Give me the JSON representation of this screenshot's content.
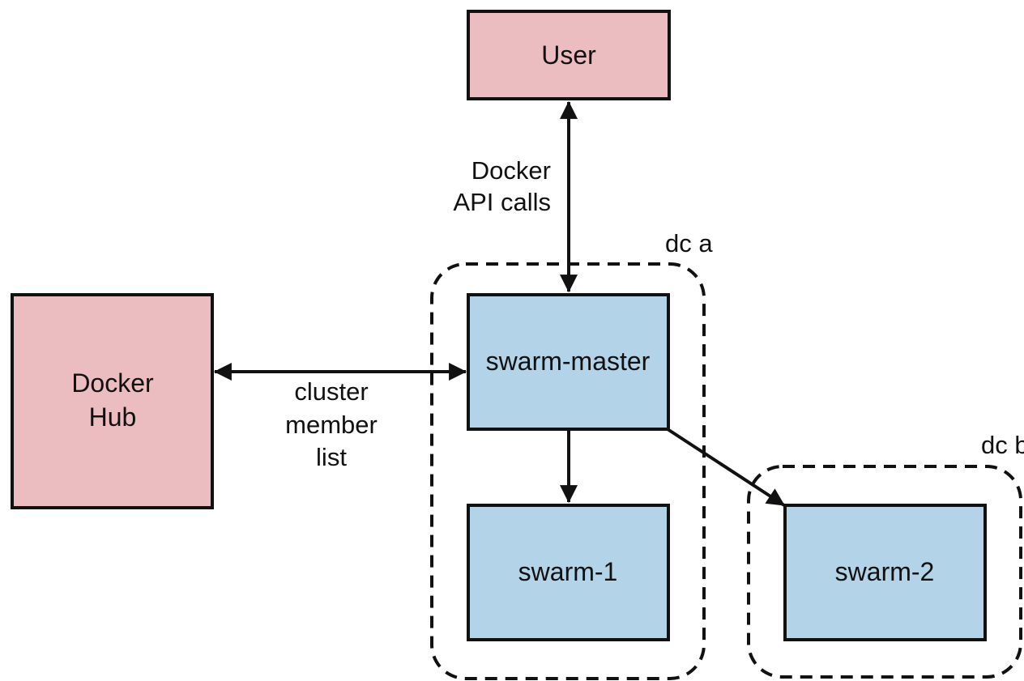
{
  "colors": {
    "external_fill": "#ebbcc0",
    "swarm_fill": "#b3d3e9",
    "stroke": "#111111",
    "background": "#ffffff"
  },
  "nodes": {
    "user": {
      "label": "User"
    },
    "docker_hub": {
      "line1": "Docker",
      "line2": "Hub"
    },
    "swarm_master": {
      "label": "swarm-master"
    },
    "swarm_1": {
      "label": "swarm-1"
    },
    "swarm_2": {
      "label": "swarm-2"
    }
  },
  "groups": {
    "dc_a": {
      "label": "dc a"
    },
    "dc_b": {
      "label": "dc b"
    }
  },
  "edges": {
    "user_master": {
      "line1": "Docker",
      "line2": "API calls",
      "bidirectional": true
    },
    "hub_master": {
      "line1": "cluster",
      "line2": "member",
      "line3": "list",
      "bidirectional": true
    },
    "master_swarm1": {
      "bidirectional": false
    },
    "master_swarm2": {
      "bidirectional": false
    }
  }
}
